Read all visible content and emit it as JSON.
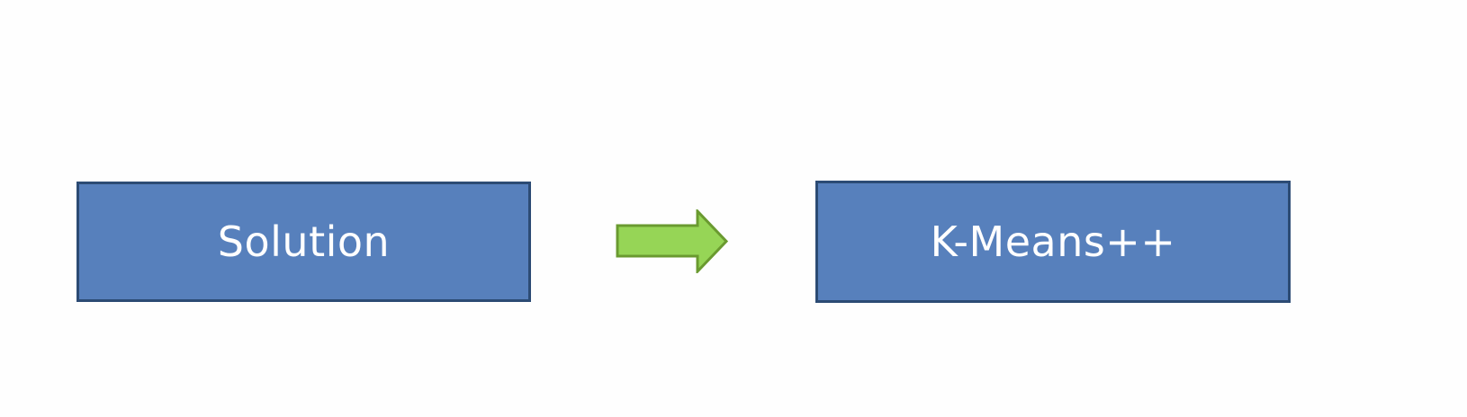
{
  "diagram": {
    "nodes": [
      {
        "id": "solution",
        "label": "Solution"
      },
      {
        "id": "kmeans",
        "label": "K-Means++"
      }
    ],
    "edges": [
      {
        "from": "solution",
        "to": "kmeans",
        "style": "block-arrow"
      }
    ],
    "colors": {
      "box_fill": "#5780bc",
      "box_border": "#2c4b74",
      "box_text": "#ffffff",
      "arrow_fill": "#96d556",
      "arrow_border": "#6a9a30",
      "background": "#fefefe"
    }
  }
}
